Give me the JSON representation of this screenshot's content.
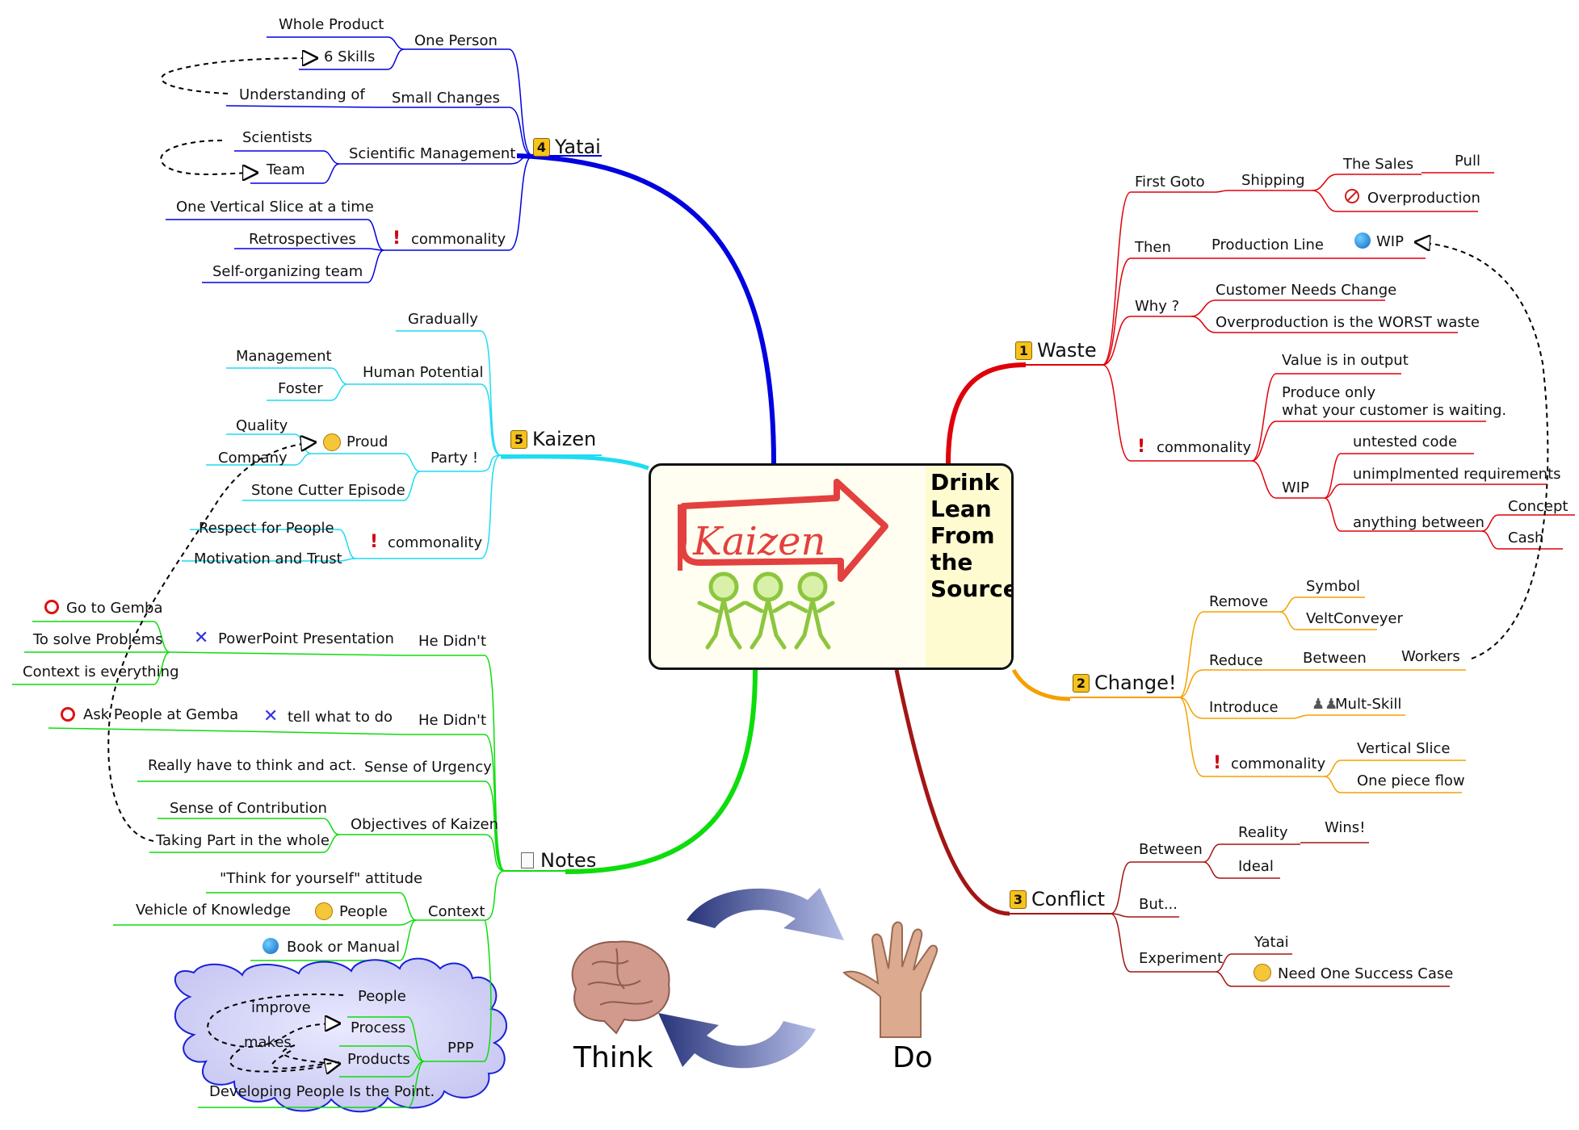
{
  "central": {
    "title": "Drink\nLean\nFrom\nthe\nSource",
    "logo_text": "Kaizen"
  },
  "branches": {
    "waste": {
      "num": "1",
      "label": "Waste",
      "color": "#e0000a"
    },
    "change": {
      "num": "2",
      "label": "Change!",
      "color": "#f5a000"
    },
    "conflict": {
      "num": "3",
      "label": "Conflict",
      "color": "#a31515"
    },
    "yatai": {
      "num": "4",
      "label": "Yatai",
      "color": "#0000e0"
    },
    "kaizen": {
      "num": "5",
      "label": "Kaizen",
      "color": "#1fdcf2"
    },
    "notes": {
      "label": "Notes",
      "color": "#0ddc0d"
    }
  },
  "labels": {
    "first_goto": "First Goto",
    "shipping": "Shipping",
    "the_sales": "The Sales",
    "pull": "Pull",
    "overproduction": "Overproduction",
    "then": "Then",
    "production_line": "Production Line",
    "wip_top": "WIP",
    "why": "Why ?",
    "customer_needs": "Customer Needs Change",
    "overproduction_worst": "Overproduction is the WORST waste",
    "waste_commonality": "commonality",
    "value_output": "Value is in output",
    "produce_only": "Produce only\nwhat your customer is waiting.",
    "wip_sub": "WIP",
    "untested": "untested code",
    "unimpl": "unimplmented requirements",
    "anything_between": "anything between",
    "concept": "Concept",
    "cash": "Cash",
    "remove": "Remove",
    "symbol": "Symbol",
    "velt": "VeltConveyer",
    "reduce": "Reduce",
    "between_r": "Between",
    "workers": "Workers",
    "introduce": "Introduce",
    "mult_skill": "Mult-Skill",
    "change_commonality": "commonality",
    "vertical_slice": "Vertical Slice",
    "one_piece": "One piece flow",
    "c_between": "Between",
    "reality": "Reality",
    "wins": "Wins!",
    "ideal": "Ideal",
    "but": "But...",
    "experiment": "Experiment",
    "c_yatai": "Yatai",
    "need_one": "Need One Success Case",
    "whole_product": "Whole Product",
    "one_person": "One Person",
    "six_skills": "6 Skills",
    "understanding": "Understanding of",
    "small_changes": "Small Changes",
    "scientists": "Scientists",
    "sci_mgmt": "Scientific Management",
    "team": "Team",
    "one_vertical": "One Vertical Slice at a time",
    "retros": "Retrospectives",
    "yatai_commonality": "commonality",
    "self_org": "Self-organizing team",
    "gradually": "Gradually",
    "management": "Management",
    "human_potential": "Human Potential",
    "foster": "Foster",
    "quality": "Quality",
    "proud": "Proud",
    "company": "Company",
    "party": "Party !",
    "stone_cutter": "Stone Cutter Episode",
    "respect": "Respect for People",
    "kaizen_commonality": "commonality",
    "motivation": "Motivation and Trust",
    "go_gemba": "Go to Gemba",
    "ppt": "PowerPoint Presentation",
    "he_didnt1": "He Didn't",
    "solve_problems": "To solve Problems",
    "context_everything": "Context is everything",
    "ask_people": "Ask People at Gemba",
    "tell_what": "tell what to do",
    "he_didnt2": "He Didn't",
    "really_think": "Really have to think and act.",
    "urgency": "Sense of Urgency",
    "contribution": "Sense of Contribution",
    "objectives": "Objectives of Kaizen",
    "taking_part": "Taking Part in the whole",
    "think_yourself": "\"Think for yourself\" attitude",
    "vehicle": "Vehicle of Knowledge",
    "people_n": "People",
    "context": "Context",
    "book": "Book or Manual",
    "ppp_people": "People",
    "improve": "improve",
    "ppp_process": "Process",
    "makes": "makes",
    "ppp_products": "Products",
    "ppp": "PPP",
    "developing": "Developing People Is the Point."
  },
  "cycle": {
    "think": "Think",
    "do": "Do"
  }
}
